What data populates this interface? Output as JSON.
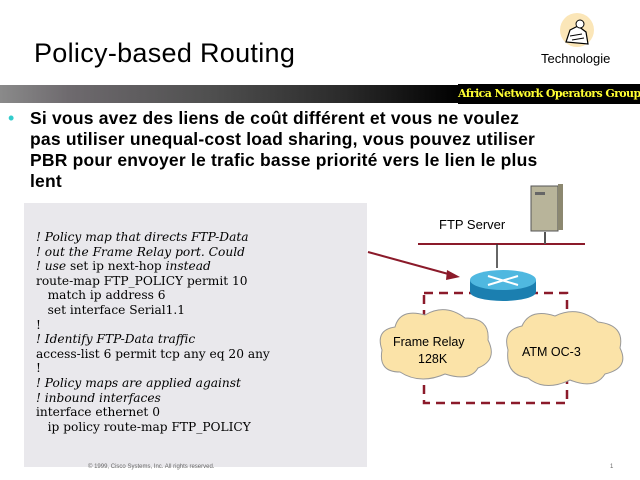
{
  "header": {
    "title": "Policy-based Routing",
    "brand_caption": "Technologie",
    "banner": "Africa Network Operators Group"
  },
  "bullet": {
    "text": "Si vous avez des liens de coût différent et vous ne voulez pas utiliser unequal-cost load sharing, vous pouvez utiliser PBR pour envoyer le trafic basse priorité vers le lien le plus lent"
  },
  "code": {
    "lines": [
      [
        {
          "t": "! Policy map that directs FTP-Data",
          "i": true
        }
      ],
      [
        {
          "t": "! out the Frame Relay port. Could",
          "i": true
        }
      ],
      [
        {
          "t": "! use ",
          "i": true
        },
        {
          "t": "set ip next-hop ",
          "i": false
        },
        {
          "t": "instead",
          "i": true
        }
      ],
      [
        {
          "t": "route-map FTP_POLICY permit 10",
          "i": false
        }
      ],
      [
        {
          "t": "   match ip address 6",
          "i": false
        }
      ],
      [
        {
          "t": "   set interface Serial1.1",
          "i": false
        }
      ],
      [
        {
          "t": "!",
          "i": false
        }
      ],
      [
        {
          "t": "! Identify FTP-Data traffic",
          "i": true
        }
      ],
      [
        {
          "t": "access-list 6 permit tcp any eq 20 any",
          "i": false
        }
      ],
      [
        {
          "t": "!",
          "i": false
        }
      ],
      [
        {
          "t": "! Policy maps are applied against",
          "i": true
        }
      ],
      [
        {
          "t": "! inbound interfaces",
          "i": true
        }
      ],
      [
        {
          "t": "interface ethernet 0",
          "i": false
        }
      ],
      [
        {
          "t": "   ip policy route-map FTP_POLICY",
          "i": false
        }
      ]
    ]
  },
  "diagram": {
    "server_label": "FTP Server",
    "cloud1_line1": "Frame Relay",
    "cloud1_line2": "128K",
    "cloud2_label": "ATM OC-3"
  },
  "footer": {
    "copyright": "© 1999, Cisco Systems, Inc. All rights reserved.",
    "page": "1"
  },
  "colors": {
    "bullet": "#33cccc",
    "banner_text": "#ffff33",
    "dash": "#8b1a2a",
    "cloud": "#fbe3a8",
    "router": "#1e88b8"
  }
}
